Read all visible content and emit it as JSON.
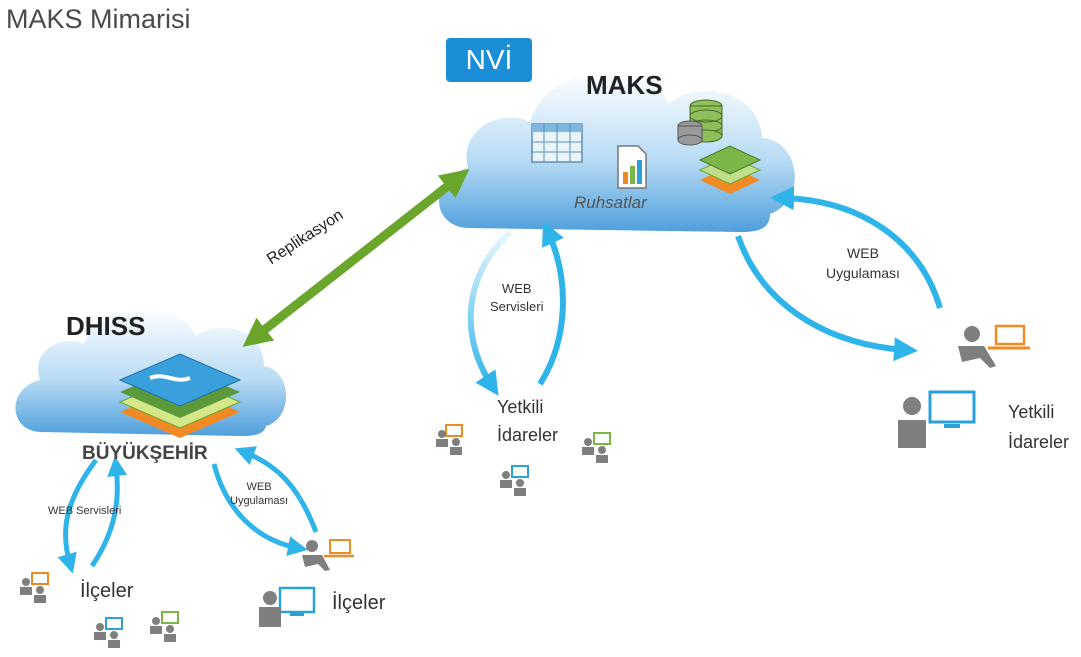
{
  "title": "MAKS Mimarisi",
  "badge": "NVİ",
  "clouds": {
    "maks": {
      "label": "MAKS",
      "sublabel": "Ruhsatlar"
    },
    "dhiss": {
      "label": "DHISS",
      "sublabel": "BÜYÜKŞEHİR"
    }
  },
  "links": {
    "replication": "Replikasyon",
    "web_services_center_line1": "WEB",
    "web_services_center_line2": "Servisleri",
    "web_app_right_line1": "WEB",
    "web_app_right_line2": "Uygulaması",
    "web_services_left": "WEB Servisleri",
    "web_app_left_line1": "WEB",
    "web_app_left_line2": "Uygulaması"
  },
  "clients": {
    "center_line1": "Yetkili",
    "center_line2": "İdareler",
    "right_line1": "Yetkili",
    "right_line2": "İdareler",
    "left_a": "İlçeler",
    "left_b": "İlçeler"
  },
  "colors": {
    "cloud_top": "#ffffff",
    "cloud_bottom": "#5ba7de",
    "arrow_blue": "#2fb4ea",
    "arrow_green": "#6aa52c",
    "badge": "#1a8fd8",
    "orange": "#f08a24",
    "green": "#7ab648",
    "blue": "#2aa1d8",
    "gray": "#7f7f7f"
  },
  "icons": [
    "table-grid-icon",
    "report-chart-icon",
    "database-stack-icon",
    "map-layers-icon",
    "user-laptop-icon",
    "user-desktop-icon"
  ]
}
